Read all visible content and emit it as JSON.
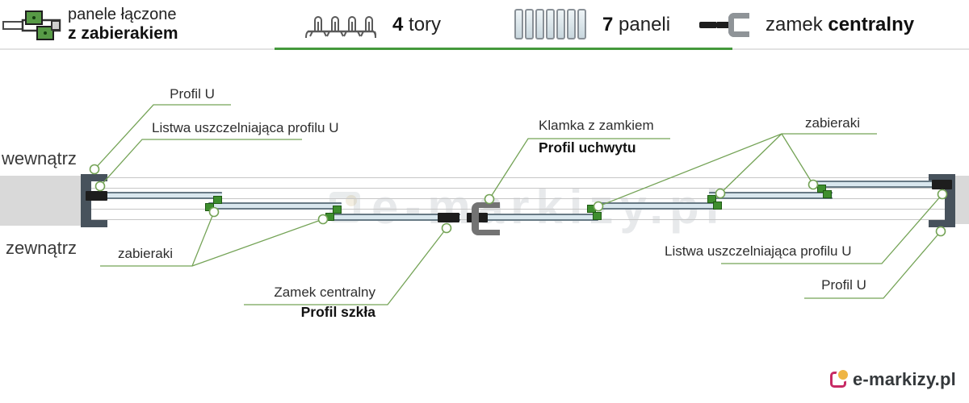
{
  "header": {
    "feature": {
      "icon": "joined-panels-icon",
      "title_line1": "panele łączone",
      "title_line2": "z zabierakiem"
    },
    "stats": [
      {
        "icon": "tracks-icon",
        "bold": "4",
        "normal": "tory"
      },
      {
        "icon": "panels-icon",
        "bold": "7",
        "normal": "paneli"
      },
      {
        "icon": "central-lock-icon",
        "normal": "zamek",
        "bold": "centralny"
      }
    ]
  },
  "diagram": {
    "side_labels": {
      "inside": "wewnątrz",
      "outside": "zewnątrz"
    },
    "callouts": {
      "profil_u_left": "Profil U",
      "listwa_left": "Listwa uszczelniająca profilu U",
      "klamka_line1": "Klamka z zamkiem",
      "klamka_line2": "Profil uchwytu",
      "zabieraki_left": "zabieraki",
      "zamek_line1": "Zamek centralny",
      "zamek_line2": "Profil szkła",
      "zabieraki_right": "zabieraki",
      "listwa_right": "Listwa uszczelniająca profilu U",
      "profil_u_right": "Profil U"
    },
    "watermark": "e-markizy.pl"
  },
  "footer": {
    "logo_text": "e-markizy.pl"
  },
  "colors": {
    "accent_green_lines": "#74A356",
    "header_underline_green": "#44993C",
    "zabierak_green": "#3E8E2E",
    "panel_fill": "#D9E7EE",
    "profile_dark": "#47525C",
    "lock_black": "#1D1D1D",
    "wall_gray": "#D9D9D9",
    "logo_pink": "#C72A64",
    "logo_yellow": "#EEB544"
  }
}
